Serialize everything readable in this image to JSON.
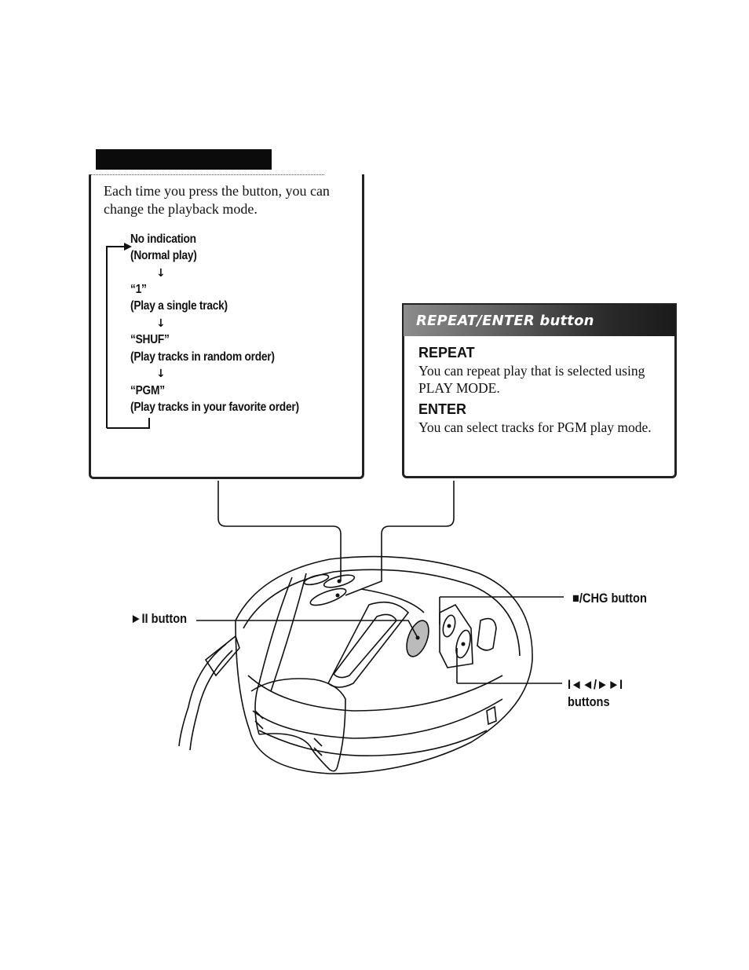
{
  "play_mode_box": {
    "intro": "Each time you press the button, you can change the playback mode.",
    "modes": [
      {
        "name": "No indication",
        "desc": "(Normal play)"
      },
      {
        "name": "“1”",
        "desc": "(Play a single track)"
      },
      {
        "name": "“SHUF”",
        "desc": "(Play tracks in random order)"
      },
      {
        "name": "“PGM”",
        "desc": "(Play tracks in your favorite order)"
      }
    ]
  },
  "repeat_enter_box": {
    "title": "REPEAT/ENTER button",
    "repeat": {
      "heading": "REPEAT",
      "text": "You can repeat play that is selected using PLAY MODE."
    },
    "enter": {
      "heading": "ENTER",
      "text": "You can select tracks for PGM play mode."
    }
  },
  "callouts": {
    "play_pause": "►II button",
    "stop_chg": "■/CHG button",
    "skip_line1": "I◄◄/►►I",
    "skip_line2": "buttons"
  },
  "icons": [
    "arrow-down-icon",
    "loop-arrow-icon"
  ]
}
